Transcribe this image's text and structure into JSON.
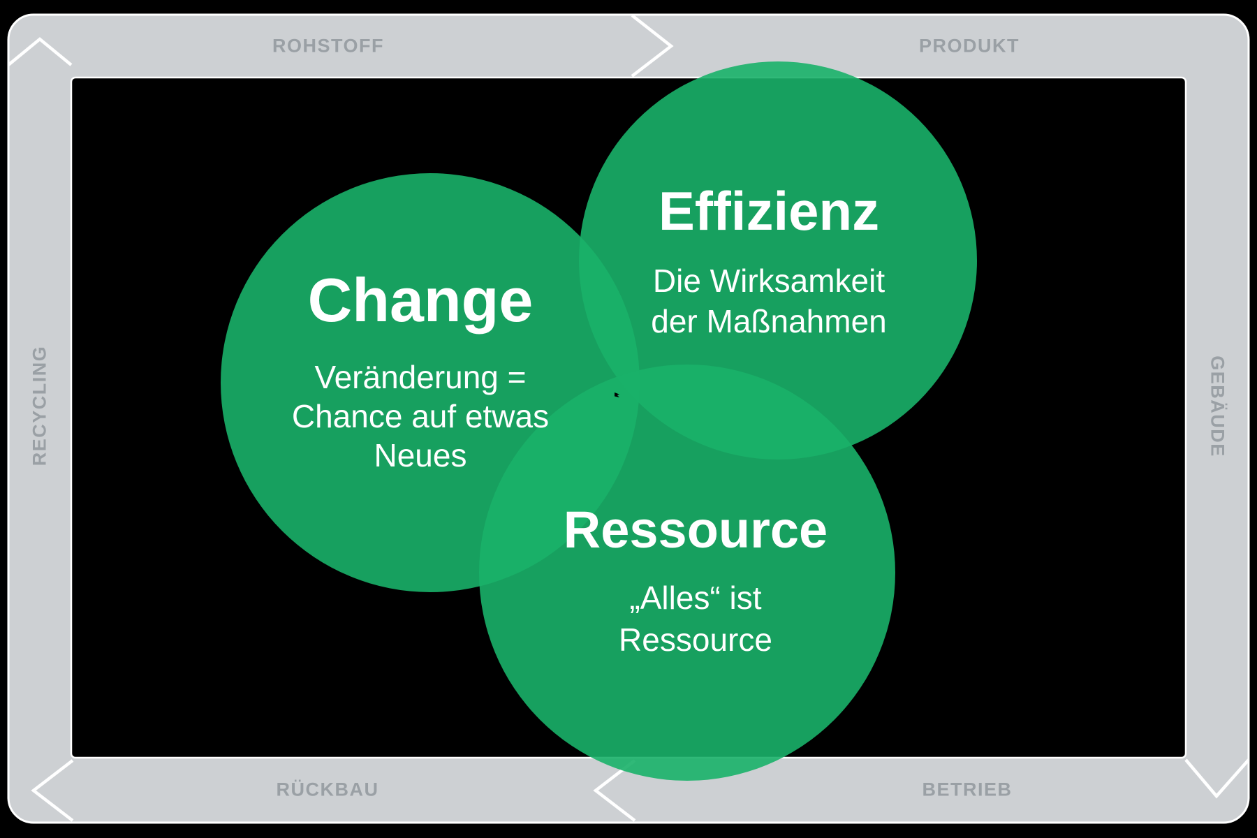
{
  "frame": {
    "labels": {
      "top_left": "ROHSTOFF",
      "top_right": "PRODUKT",
      "right": "GEBÄUDE",
      "bottom_right": "BETRIEB",
      "bottom_left": "RÜCKBAU",
      "left": "RECYCLING"
    }
  },
  "circles": [
    {
      "id": "change",
      "title": "Change",
      "subtitle_lines": [
        "Veränderung =",
        "Chance auf etwas",
        "Neues"
      ]
    },
    {
      "id": "effizienz",
      "title": "Effizienz",
      "subtitle_lines": [
        "Die Wirksamkeit",
        "der Maßnahmen"
      ]
    },
    {
      "id": "ressource",
      "title": "Ressource",
      "subtitle_lines": [
        "„Alles“ ist",
        "Ressource"
      ]
    }
  ],
  "colors": {
    "background": "#000000",
    "circle_green": "#19B169",
    "band_gray": "#cdd0d3",
    "band_label_gray": "#9aa0a5",
    "divider_white": "#ffffff",
    "text_white": "#ffffff"
  }
}
